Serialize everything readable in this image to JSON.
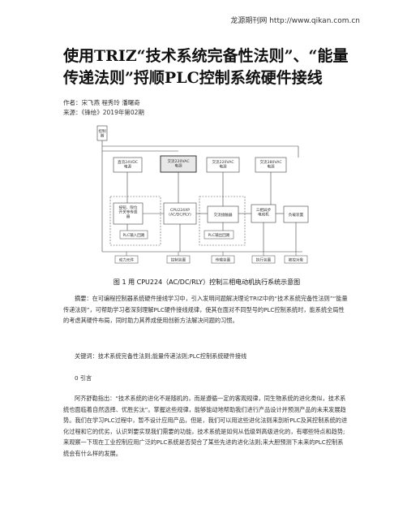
{
  "header": {
    "site": "龙源期刊网 http://www.qikan.com.cn"
  },
  "article": {
    "title": "使用TRIZ“技术系统完备性法则”、“能量传递法则”捋顺PLC控制系统硬件接线",
    "authors": "作者：宋飞燕 程秀玲 潘曙奇",
    "source": "来源：《锋绘》2019年第02期"
  },
  "figure": {
    "boxes": {
      "left_tag": "控制\n器",
      "dc24": "直流24VDC\n电源",
      "ac220_a": "交流220VAC\n电源",
      "ac220_b": "交流220VAC\n电源",
      "ac380": "交流380VAC\n电源",
      "inputs": "按钮、限位\n开关等传感\n器",
      "cpu": "CPU224XP\n(AC/DC/RLY)",
      "relay": "交流接触器",
      "motor": "三相异步\n电动机",
      "load": "负载装置",
      "plc_in": "PLC输入回路",
      "plc_out": "PLC输出回路"
    },
    "bottom_labels": [
      "动力元件",
      "控制装置",
      "传输装置",
      "执行装置",
      "被控对象"
    ],
    "caption": "图 1 用 CPU224（AC/DC/RLY）控制三相电动机执行系统示意图"
  },
  "body": {
    "abstract": "摘要：在可编程控制器系统硬件接线学习中，引入发明问题解决理论TRIZ中的“技术系统完备性法则”“能量传递法则”，可帮助学习者深刻理解PLC硬件接线规律，使其在面对不同型号的PLC控制系统时，能系统全局性的考虑其硬件布局，同时助力其养成使用创新方法解决问题的习惯。",
    "keywords": "关键词：技术系统完备性法则;能量传递法则;PLC控制系统硬件接线",
    "section": "0 引言",
    "intro": "阿齐舒勒指出：“技术系统的进化不是随机的，而是遵循一定的客观规律，同生物系统的进化类似，技术系统也面临着自然选择、优胜劣汰”。掌握这些规律，能够能动地帮助我们进行产品设计并预测产品的未来发展趋势。我们在学习PLC过程中，暂不设计应用产品，但是，我们可以用这些进化法则来剖析PLC及其控制系统的进化过程和它的优劣，认识到要实现我们需要的功能，技术系统是如何从低级到高级进化的，有哪些特点和趋势;来观察一下现在工业控制应用广泛的PLC系统是否契合了某些先进的进化法则;来大胆预测下未来的PLC控制系统会有什么样的发展。"
  }
}
